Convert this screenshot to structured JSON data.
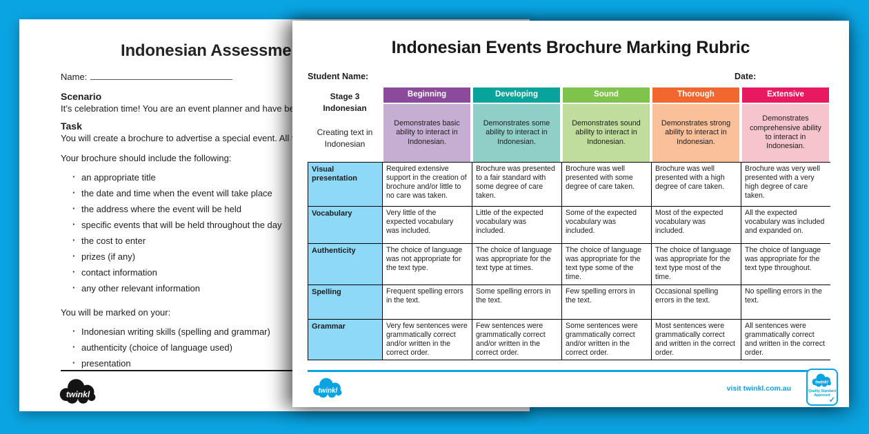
{
  "colors": {
    "background": "#0ba4e2",
    "twinkl_blue": "#0ba4e2",
    "row_label_blue": "#8ed8f8"
  },
  "back_page": {
    "title": "Indonesian Assessment",
    "name_label": "Name:",
    "scenario": {
      "heading": "Scenario",
      "text": "It’s celebration time! You are an event planner and have been asked to coordinate"
    },
    "task": {
      "heading": "Task",
      "text": "You will create a brochure to advertise a special event. All the information presented"
    },
    "include_intro": "Your brochure should include the following:",
    "include_items": [
      "an appropriate title",
      "the date and time when the event will take place",
      "the address where the event will be held",
      "specific events that will be held throughout the day",
      "the cost to enter",
      "prizes (if any)",
      "contact information",
      "any other relevant information"
    ],
    "marked_heading": "You will be marked on your:",
    "marked_items": [
      "Indonesian writing skills (spelling and grammar)",
      "authenticity (choice of language used)",
      "presentation"
    ],
    "logo_text": "twinkl"
  },
  "front_page": {
    "title": "Indonesian Events Brochure Marking Rubric",
    "student_name_label": "Student Name:",
    "date_label": "Date:",
    "rubric": {
      "stage": {
        "line1": "Stage 3",
        "line2": "Indonesian",
        "line3": "Creating text in Indonesian"
      },
      "levels": [
        {
          "name": "Beginning",
          "header_color": "#8c4a9c",
          "body_color": "#c6aed3",
          "descriptor": "Demonstrates basic ability to interact in Indonesian."
        },
        {
          "name": "Developing",
          "header_color": "#0aa39b",
          "body_color": "#8fcfc7",
          "descriptor": "Demonstrates some ability to interact in Indonesian."
        },
        {
          "name": "Sound",
          "header_color": "#7fc24c",
          "body_color": "#c0dd9e",
          "descriptor": "Demonstrates sound ability to interact in Indonesian."
        },
        {
          "name": "Thorough",
          "header_color": "#f2672f",
          "body_color": "#f9c09a",
          "descriptor": "Demonstrates strong ability to interact in Indonesian."
        },
        {
          "name": "Extensive",
          "header_color": "#e8195f",
          "body_color": "#f5c4cc",
          "descriptor": "Demonstrates comprehensive ability to interact in Indonesian."
        }
      ],
      "criteria": [
        {
          "label": "Visual presentation",
          "cells": [
            "Required extensive support in the creation of brochure and/or little to no care was taken.",
            "Brochure was presented to a fair standard with some degree of care taken.",
            "Brochure was well presented with some degree of care taken.",
            "Brochure was well presented with a high degree of care taken.",
            "Brochure was very well presented with a very high degree of care taken."
          ]
        },
        {
          "label": "Vocabulary",
          "cells": [
            "Very little of the expected vocabulary was included.",
            "Little of the expected vocabulary was included.",
            "Some of the expected vocabulary was included.",
            "Most of the expected vocabulary was included.",
            "All the expected vocabulary was included and expanded on."
          ]
        },
        {
          "label": "Authenticity",
          "cells": [
            "The choice of language was not appropriate for the text type.",
            "The choice of language was appropriate for the text type at times.",
            "The choice of language was appropriate for the text type some of the time.",
            "The choice of language was appropriate for the text type most of the time.",
            "The choice of language was appropriate for the text type throughout."
          ]
        },
        {
          "label": "Spelling",
          "cells": [
            "Frequent spelling errors in the text.",
            "Some spelling errors in the text.",
            "Few spelling errors in the text.",
            "Occasional spelling errors in the text.",
            "No spelling errors in the text."
          ]
        },
        {
          "label": "Grammar",
          "cells": [
            "Very few sentences were grammatically correct and/or written in the correct order.",
            "Few sentences were grammatically correct and/or written in the correct order.",
            "Some sentences were grammatically correct and/or written in the correct order.",
            "Most sentences were grammatically correct and written in the correct order.",
            "All sentences were grammatically correct and written in the correct order."
          ]
        }
      ]
    },
    "footer": {
      "logo_text": "twinkl",
      "visit_text": "visit twinkl.com.au",
      "badge": {
        "logo_text": "twinkl",
        "line1": "Quality Standard",
        "line2": "Approved",
        "check": "✓"
      }
    }
  }
}
